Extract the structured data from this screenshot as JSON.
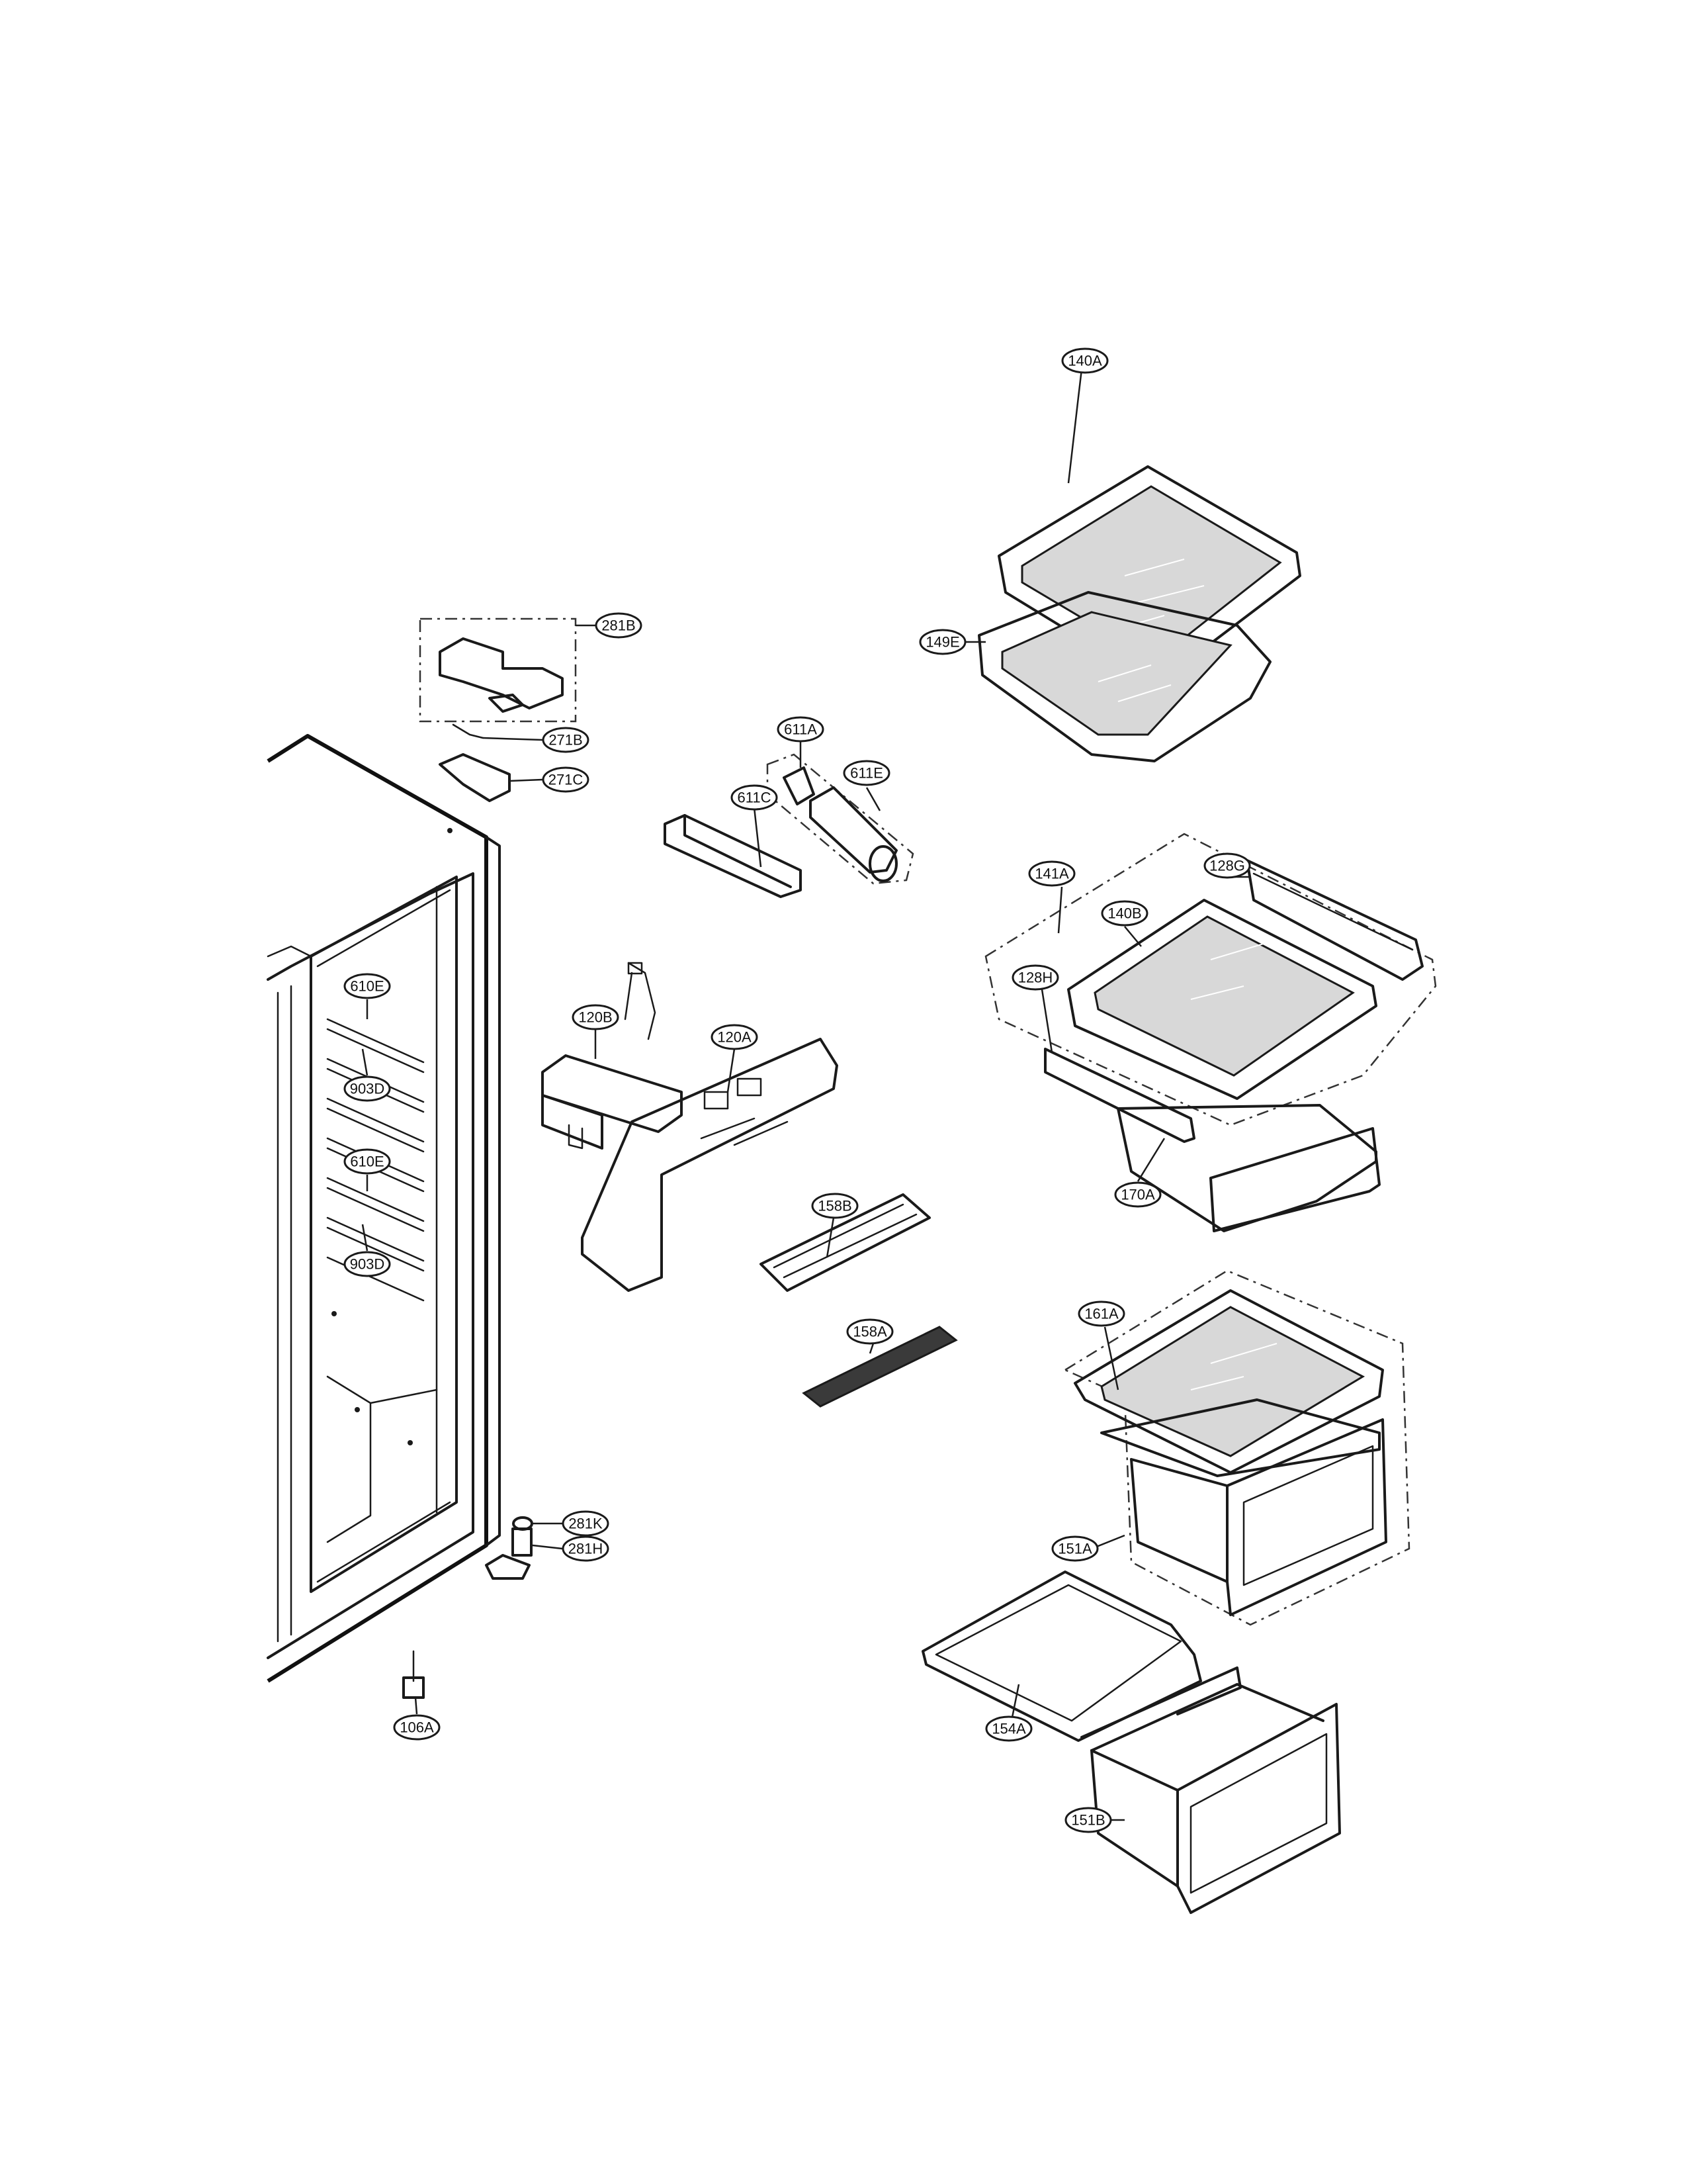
{
  "callouts": [
    {
      "id": "140A",
      "label": "140A"
    },
    {
      "id": "149E",
      "label": "149E"
    },
    {
      "id": "281B",
      "label": "281B"
    },
    {
      "id": "271B",
      "label": "271B"
    },
    {
      "id": "271C",
      "label": "271C"
    },
    {
      "id": "611A",
      "label": "611A"
    },
    {
      "id": "611E",
      "label": "611E"
    },
    {
      "id": "611C",
      "label": "611C"
    },
    {
      "id": "141A",
      "label": "141A"
    },
    {
      "id": "128G",
      "label": "128G"
    },
    {
      "id": "140B",
      "label": "140B"
    },
    {
      "id": "128H",
      "label": "128H"
    },
    {
      "id": "170A",
      "label": "170A"
    },
    {
      "id": "610E-top",
      "label": "610E"
    },
    {
      "id": "903D-top",
      "label": "903D"
    },
    {
      "id": "610E-bottom",
      "label": "610E"
    },
    {
      "id": "903D-bottom",
      "label": "903D"
    },
    {
      "id": "120B",
      "label": "120B"
    },
    {
      "id": "120A",
      "label": "120A"
    },
    {
      "id": "158B",
      "label": "158B"
    },
    {
      "id": "158A",
      "label": "158A"
    },
    {
      "id": "161A",
      "label": "161A"
    },
    {
      "id": "151A",
      "label": "151A"
    },
    {
      "id": "281K",
      "label": "281K"
    },
    {
      "id": "281H",
      "label": "281H"
    },
    {
      "id": "106A",
      "label": "106A"
    },
    {
      "id": "154A",
      "label": "154A"
    },
    {
      "id": "151B",
      "label": "151B"
    }
  ],
  "colors": {
    "line": "#1a1a1a",
    "glass": "#d8d8d8",
    "background": "#ffffff"
  }
}
